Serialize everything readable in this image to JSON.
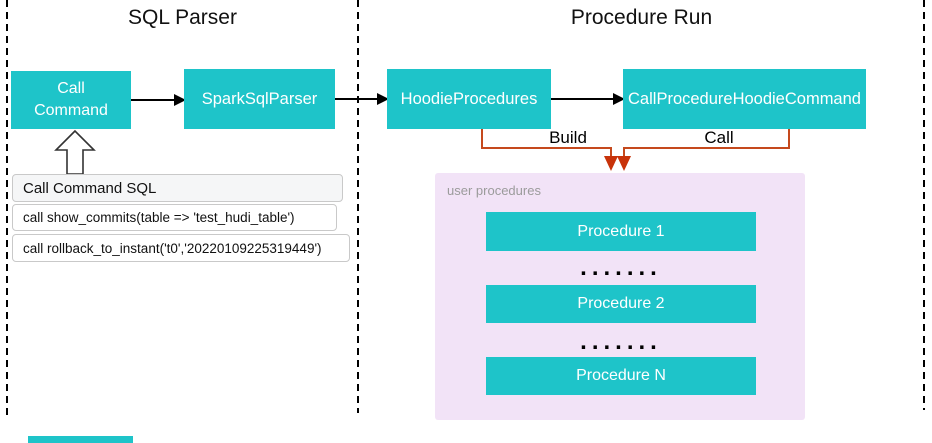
{
  "sections": {
    "sql_parser_title": "SQL Parser",
    "procedure_run_title": "Procedure Run"
  },
  "nodes": {
    "call_command": "Call Command",
    "spark_sql_parser": "SparkSqlParser",
    "hoodie_procedures": "HoodieProcedures",
    "call_procedure_hoodie_command": "CallProcedureHoodieCommand"
  },
  "edges": {
    "build_label": "Build",
    "call_label": "Call"
  },
  "sql_panel": {
    "header": "Call Command SQL",
    "rows": [
      "call show_commits(table => 'test_hudi_table')",
      "call rollback_to_instant('t0','20220109225319449')"
    ]
  },
  "user_procedures": {
    "label": "user procedures",
    "items": [
      "Procedure 1",
      "Procedure 2",
      "Procedure N"
    ],
    "ellipsis": "......."
  },
  "colors": {
    "node_teal": "#1ec4c9",
    "connector_orange": "#c5491d",
    "arrowhead_orange": "#c8330a",
    "user_procedures_bg": "#f2e3f7",
    "sql_header_bg": "#f5f6f7",
    "border_gray": "#c9c9c9",
    "label_gray": "#9b9b9b",
    "line_black": "#000000"
  }
}
